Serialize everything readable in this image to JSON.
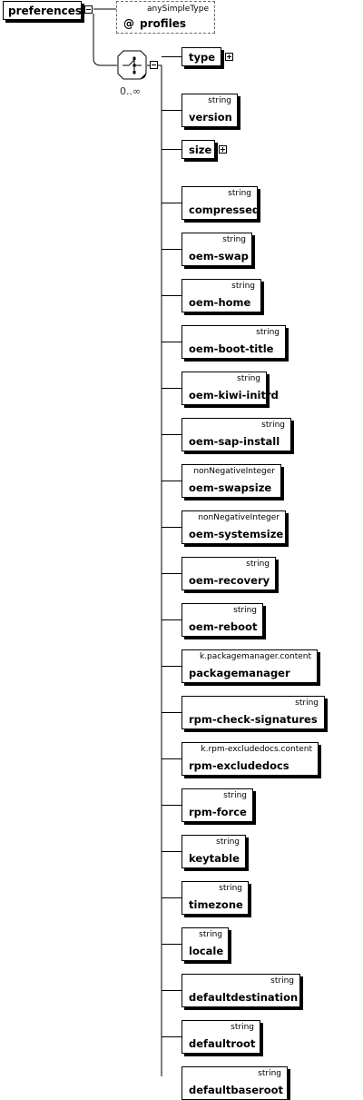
{
  "root": {
    "name": "preferences"
  },
  "attribute": {
    "type": "anySimpleType",
    "at_symbol": "@",
    "name": "profiles"
  },
  "sequence": {
    "occurrence": "0..∞"
  },
  "elements": [
    {
      "name": "type",
      "type": "",
      "expandable": true
    },
    {
      "name": "version",
      "type": "string"
    },
    {
      "name": "size",
      "type": "",
      "expandable": true
    },
    {
      "name": "compressed",
      "type": "string"
    },
    {
      "name": "oem-swap",
      "type": "string"
    },
    {
      "name": "oem-home",
      "type": "string"
    },
    {
      "name": "oem-boot-title",
      "type": "string"
    },
    {
      "name": "oem-kiwi-initrd",
      "type": "string"
    },
    {
      "name": "oem-sap-install",
      "type": "string"
    },
    {
      "name": "oem-swapsize",
      "type": "nonNegativeInteger"
    },
    {
      "name": "oem-systemsize",
      "type": "nonNegativeInteger"
    },
    {
      "name": "oem-recovery",
      "type": "string"
    },
    {
      "name": "oem-reboot",
      "type": "string"
    },
    {
      "name": "packagemanager",
      "type": "k.packagemanager.content"
    },
    {
      "name": "rpm-check-signatures",
      "type": "string"
    },
    {
      "name": "rpm-excludedocs",
      "type": "k.rpm-excludedocs.content"
    },
    {
      "name": "rpm-force",
      "type": "string"
    },
    {
      "name": "keytable",
      "type": "string"
    },
    {
      "name": "timezone",
      "type": "string"
    },
    {
      "name": "locale",
      "type": "string"
    },
    {
      "name": "defaultdestination",
      "type": "string"
    },
    {
      "name": "defaultroot",
      "type": "string"
    },
    {
      "name": "defaultbaseroot",
      "type": "string"
    }
  ]
}
